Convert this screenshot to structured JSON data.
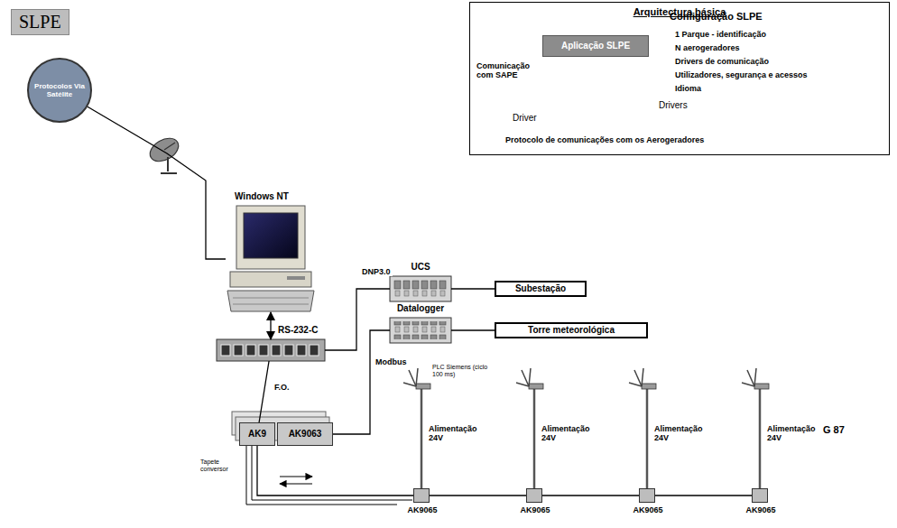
{
  "diagram": {
    "title": "SLPE",
    "nodes": [
      {
        "text": [
          "Protocolos Via Satélite"
        ]
      },
      {
        "text": [
          "Windows NT"
        ]
      },
      {
        "text": [
          "UCS"
        ]
      },
      {
        "text": [
          "Subestação"
        ]
      },
      {
        "text": [
          "Datalogger"
        ]
      },
      {
        "text": [
          "Torre meteorológica"
        ]
      },
      {
        "text": [
          "RS-232-C"
        ]
      },
      {
        "text": [
          "AK9"
        ]
      },
      {
        "text": [
          "AK9063"
        ]
      },
      {
        "text": [
          "AK9065"
        ]
      },
      {
        "text": [
          "AK9065"
        ]
      },
      {
        "text": [
          "AK9065"
        ]
      },
      {
        "text": [
          "AK9065"
        ]
      },
      {
        "text": [
          "Arquitectura básica"
        ]
      },
      {
        "text": [
          "Aplicação SLPE"
        ],
        "in": 13
      }
    ],
    "edges": [
      {
        "from": 0,
        "to": 1,
        "arrow": "none"
      },
      {
        "from": 1,
        "to": 6,
        "arrow": "both"
      },
      {
        "from": 6,
        "to": 2,
        "arrow": "none",
        "label": "DNP3.0"
      },
      {
        "from": 2,
        "to": 3,
        "arrow": "none"
      },
      {
        "from": 8,
        "to": 4,
        "arrow": "none",
        "label": "Modbus"
      },
      {
        "from": 4,
        "to": 5,
        "arrow": "none"
      },
      {
        "from": 6,
        "to": 7,
        "arrow": "none",
        "label": "F.O."
      },
      {
        "from": 7,
        "to": 9,
        "arrow": "none"
      },
      {
        "from": 9,
        "to": 10,
        "arrow": "none"
      },
      {
        "from": 10,
        "to": 11,
        "arrow": "none"
      },
      {
        "from": 11,
        "to": 12,
        "arrow": "none"
      }
    ],
    "labels": [
      "Configuração SLPE",
      "1 Parque - identificação",
      "N aerogeradores",
      "Drivers de comunicação",
      "Utilizadores, segurança e acessos",
      "Idioma",
      "Comunicação com SAPE",
      "Driver",
      "Drivers",
      "Protocolo de comunicações com os Aerogeradores",
      "PLC Siemens (ciclo 100 ms)",
      "G 87",
      "Alimentação 24V",
      "Alimentação 24V",
      "Alimentação 24V",
      "Alimentação 24V",
      "Tapete conversor"
    ]
  }
}
